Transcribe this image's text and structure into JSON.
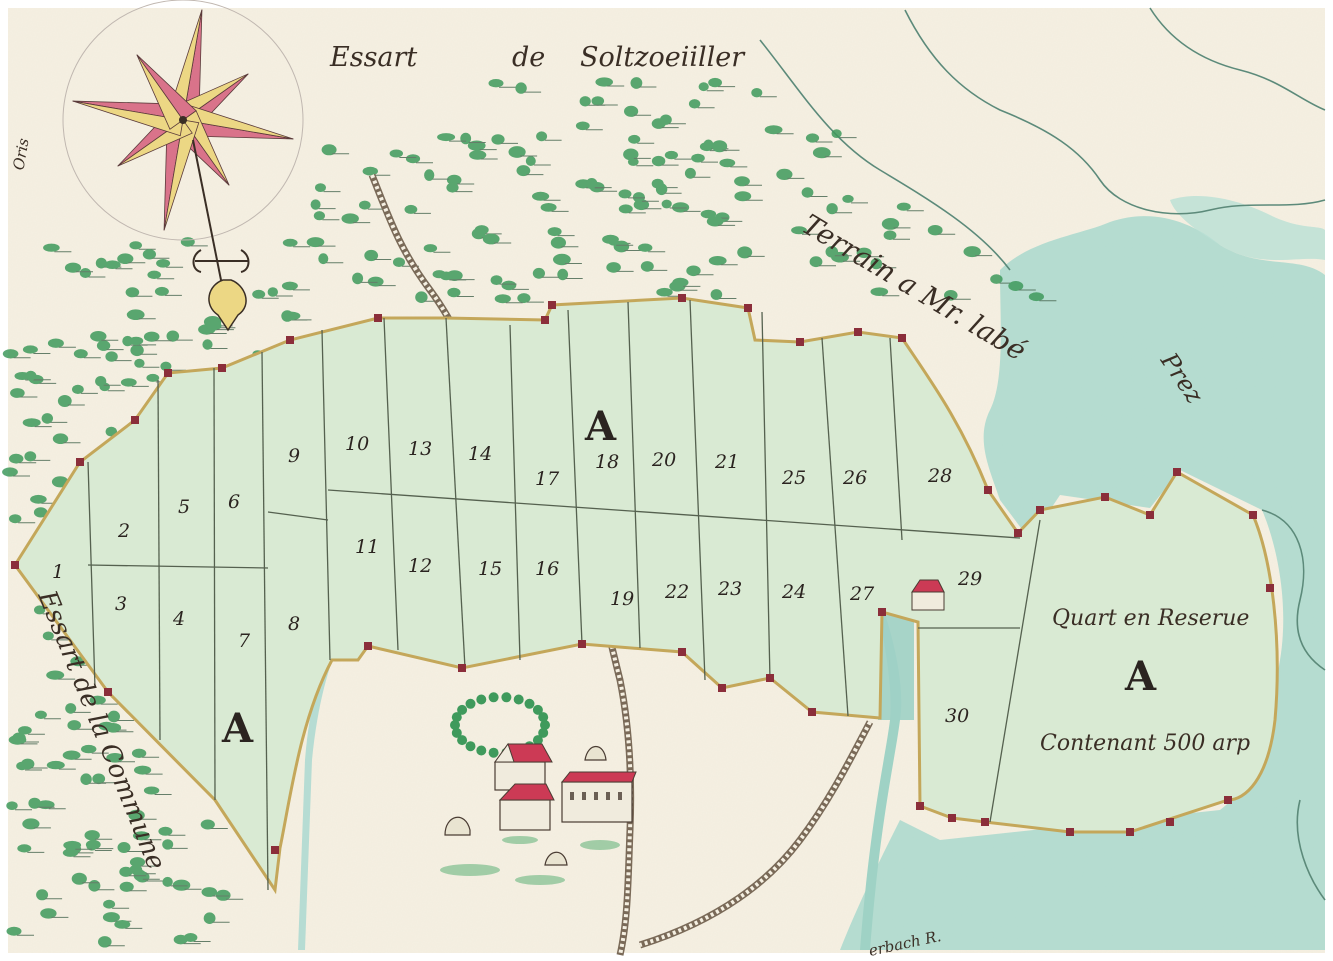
{
  "map": {
    "title_essart": "Essart",
    "title_de": "de",
    "title_name": "Soltzoeiiller",
    "terrain_label": "Terrain a Mr. labé",
    "prez_label": "Prez",
    "essart_commune_label": "Essart de la Commune",
    "reserve_line1": "Quart en Reserue",
    "reserve_A": "A",
    "reserve_line2": "Contenant 500 arp",
    "left_A": "A",
    "center_A": "A",
    "stream_label": "erbach R.",
    "edge_label": "Oris",
    "parcel_numbers": {
      "p1": "1",
      "p2": "2",
      "p3": "3",
      "p4": "4",
      "p5": "5",
      "p6": "6",
      "p7": "7",
      "p8": "8",
      "p9": "9",
      "p10": "10",
      "p11": "11",
      "p12": "12",
      "p13": "13",
      "p14": "14",
      "p15": "15",
      "p16": "16",
      "p17": "17",
      "p18": "18",
      "p19": "19",
      "p20": "20",
      "p21": "21",
      "p22": "22",
      "p23": "23",
      "p24": "24",
      "p25": "25",
      "p26": "26",
      "p27": "27",
      "p28": "28",
      "p29": "29",
      "p30": "30"
    },
    "colors": {
      "parchment": "#f5f0e2",
      "field": "#d9ead3",
      "field_border": "#c4a75a",
      "water": "#a9d8cc",
      "tree": "#3f9a5c",
      "compass_red": "#d9738a",
      "compass_yellow": "#ecd784",
      "marker": "#8b2e3a",
      "roof": "#cc3a55"
    }
  }
}
